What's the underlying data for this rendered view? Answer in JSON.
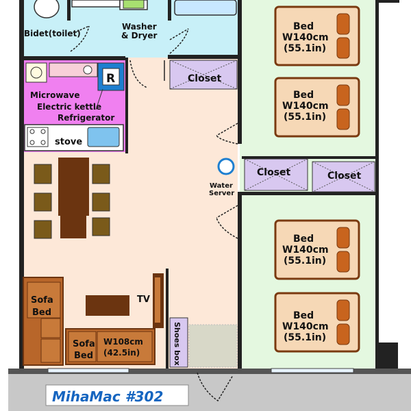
{
  "labels": {
    "bidet": "Bidet(toilet)",
    "washer_line1": "Washer",
    "washer_line2": "& Dryer",
    "closet_top": "Closet",
    "closet_mid": "Closet",
    "closet_right": "Closet",
    "microwave": "Microwave",
    "kettle": "Electric kettle",
    "refrigerator": "Refrigerator",
    "fridge_mark": "R",
    "stove": "stove",
    "water_line1": "Water",
    "water_line2": "Server",
    "tv": "TV",
    "shoes_box": "Shoes box",
    "sofa_bed_left_line1": "Sofa",
    "sofa_bed_left_line2": "Bed",
    "sofa_bed_bottom_line1": "Sofa",
    "sofa_bed_bottom_line2": "Bed",
    "sofa_bed_bottom_size1": "W108cm",
    "sofa_bed_bottom_size2": "(42.5in)",
    "room_name": "MihaMac #302"
  },
  "beds": [
    {
      "line1": "Bed",
      "line2": "W140cm",
      "line3": "(55.1in)"
    },
    {
      "line1": "Bed",
      "line2": "W140cm",
      "line3": "(55.1in)"
    },
    {
      "line1": "Bed",
      "line2": "W140cm",
      "line3": "(55.1in)"
    },
    {
      "line1": "Bed",
      "line2": "W140cm",
      "line3": "(55.1in)"
    }
  ],
  "colors": {
    "bathroom": "#c8f0f8",
    "kitchen": "#f080f0",
    "living": "#fde8d8",
    "bedroom": "#e4f8e0",
    "closet": "#d8c8f0",
    "wood": "#b8662a",
    "balcony": "#c8c8c8",
    "title_text": "#1565c0"
  }
}
